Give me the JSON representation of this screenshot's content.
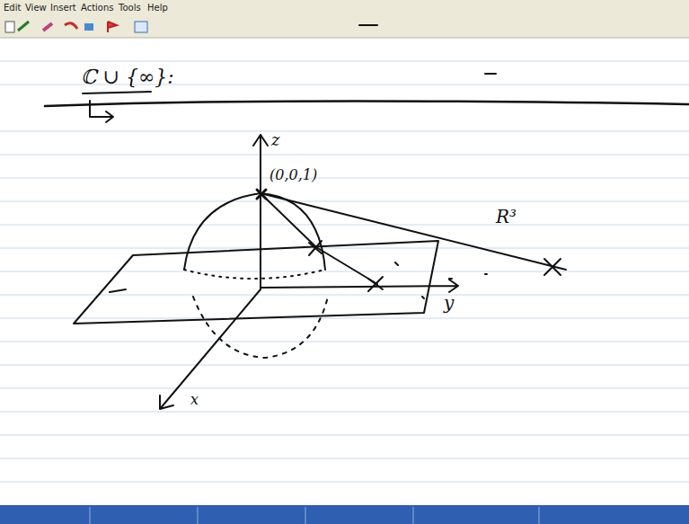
{
  "diagram": {
    "labels": [
      "Edit",
      "View",
      "Insert",
      "Actions",
      "Tools",
      "Help",
      "ℂ ∪ {∞}:",
      "z",
      "(0,0,1)",
      "R³",
      "y",
      "x"
    ]
  }
}
